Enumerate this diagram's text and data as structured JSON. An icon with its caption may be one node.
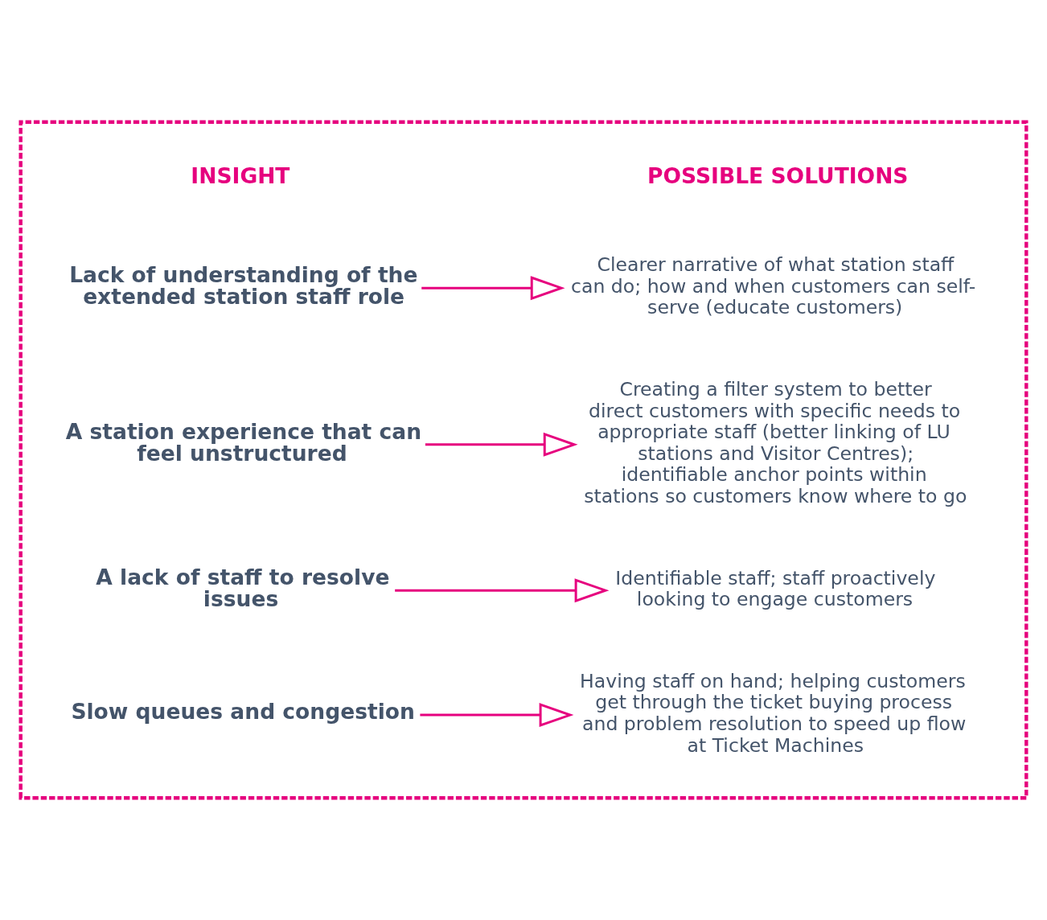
{
  "diagram": {
    "nodes": [
      {
        "text": [],
        "shape": "box"
      },
      {
        "text": [
          "Lack of understanding of the extended station staff role"
        ],
        "in": 0
      },
      {
        "text": [
          "Clearer narrative of what station staff can do; how and when customers can self-serve (educate customers)"
        ],
        "in": 0
      },
      {
        "text": [
          "A station experience that can feel unstructured"
        ],
        "in": 0
      },
      {
        "text": [
          "Creating a filter system to better direct customers with specific needs to appropriate staff (better linking of LU stations and Visitor Centres); identifiable anchor points within stations so customers know where to go"
        ],
        "in": 0
      },
      {
        "text": [
          "A lack of staff to resolve issues"
        ],
        "in": 0
      },
      {
        "text": [
          "Identifiable staff; staff proactively looking to engage customers"
        ],
        "in": 0
      },
      {
        "text": [
          "Slow queues and congestion"
        ],
        "in": 0
      },
      {
        "text": [
          "Having staff on hand; helping customers get through the ticket buying process and problem resolution to speed up flow at Ticket Machines"
        ],
        "in": 0
      }
    ],
    "edges": [
      {
        "from": 1,
        "to": 2,
        "arrow": "to"
      },
      {
        "from": 3,
        "to": 4,
        "arrow": "to"
      },
      {
        "from": 5,
        "to": 6,
        "arrow": "to"
      },
      {
        "from": 7,
        "to": 8,
        "arrow": "to"
      }
    ],
    "labels": [
      "INSIGHT",
      "POSSIBLE SOLUTIONS"
    ]
  }
}
